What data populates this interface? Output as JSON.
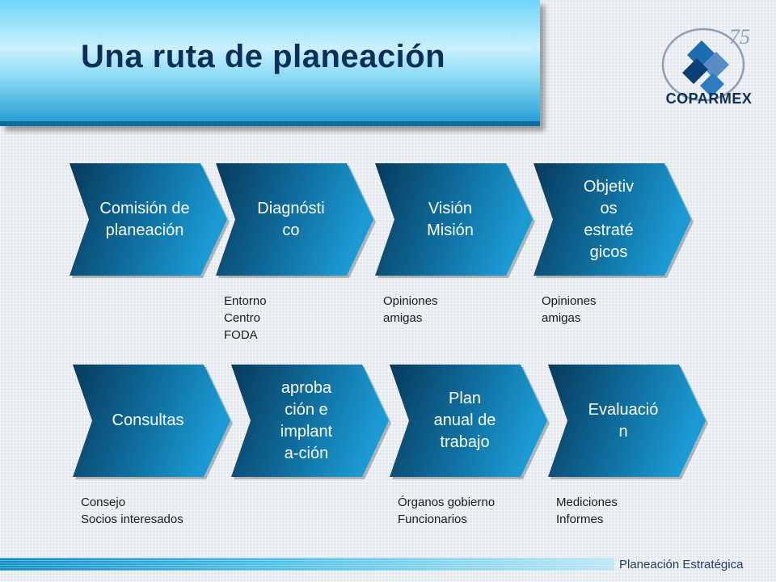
{
  "title": "Una ruta de planeación",
  "logo": {
    "name": "COPARMEX",
    "anniversary": "75"
  },
  "footer": "Planeación Estratégica",
  "colors": {
    "chevron_dark": "#073a5c",
    "chevron_light": "#1b9ad4",
    "title_text": "#0b2f57",
    "banner": "#8ddcf5"
  },
  "steps": [
    {
      "label": "Comisión de\nplaneación",
      "notes": ""
    },
    {
      "label": "Diagnósti\nco",
      "notes": "Entorno\nCentro\nFODA"
    },
    {
      "label": "Visión\nMisión",
      "notes": "Opiniones\namigas"
    },
    {
      "label": "Objetiv\nos\nestraté\ngicos",
      "notes": "Opiniones\namigas"
    },
    {
      "label": "Consultas",
      "notes": "Consejo\nSocios interesados"
    },
    {
      "label": "aproba\nción e\nimplant\na-ción",
      "notes": ""
    },
    {
      "label": "Plan\nanual de\ntrabajo",
      "notes": "Órganos gobierno\nFuncionarios"
    },
    {
      "label": "Evaluació\nn",
      "notes": "Mediciones\nInformes"
    }
  ]
}
